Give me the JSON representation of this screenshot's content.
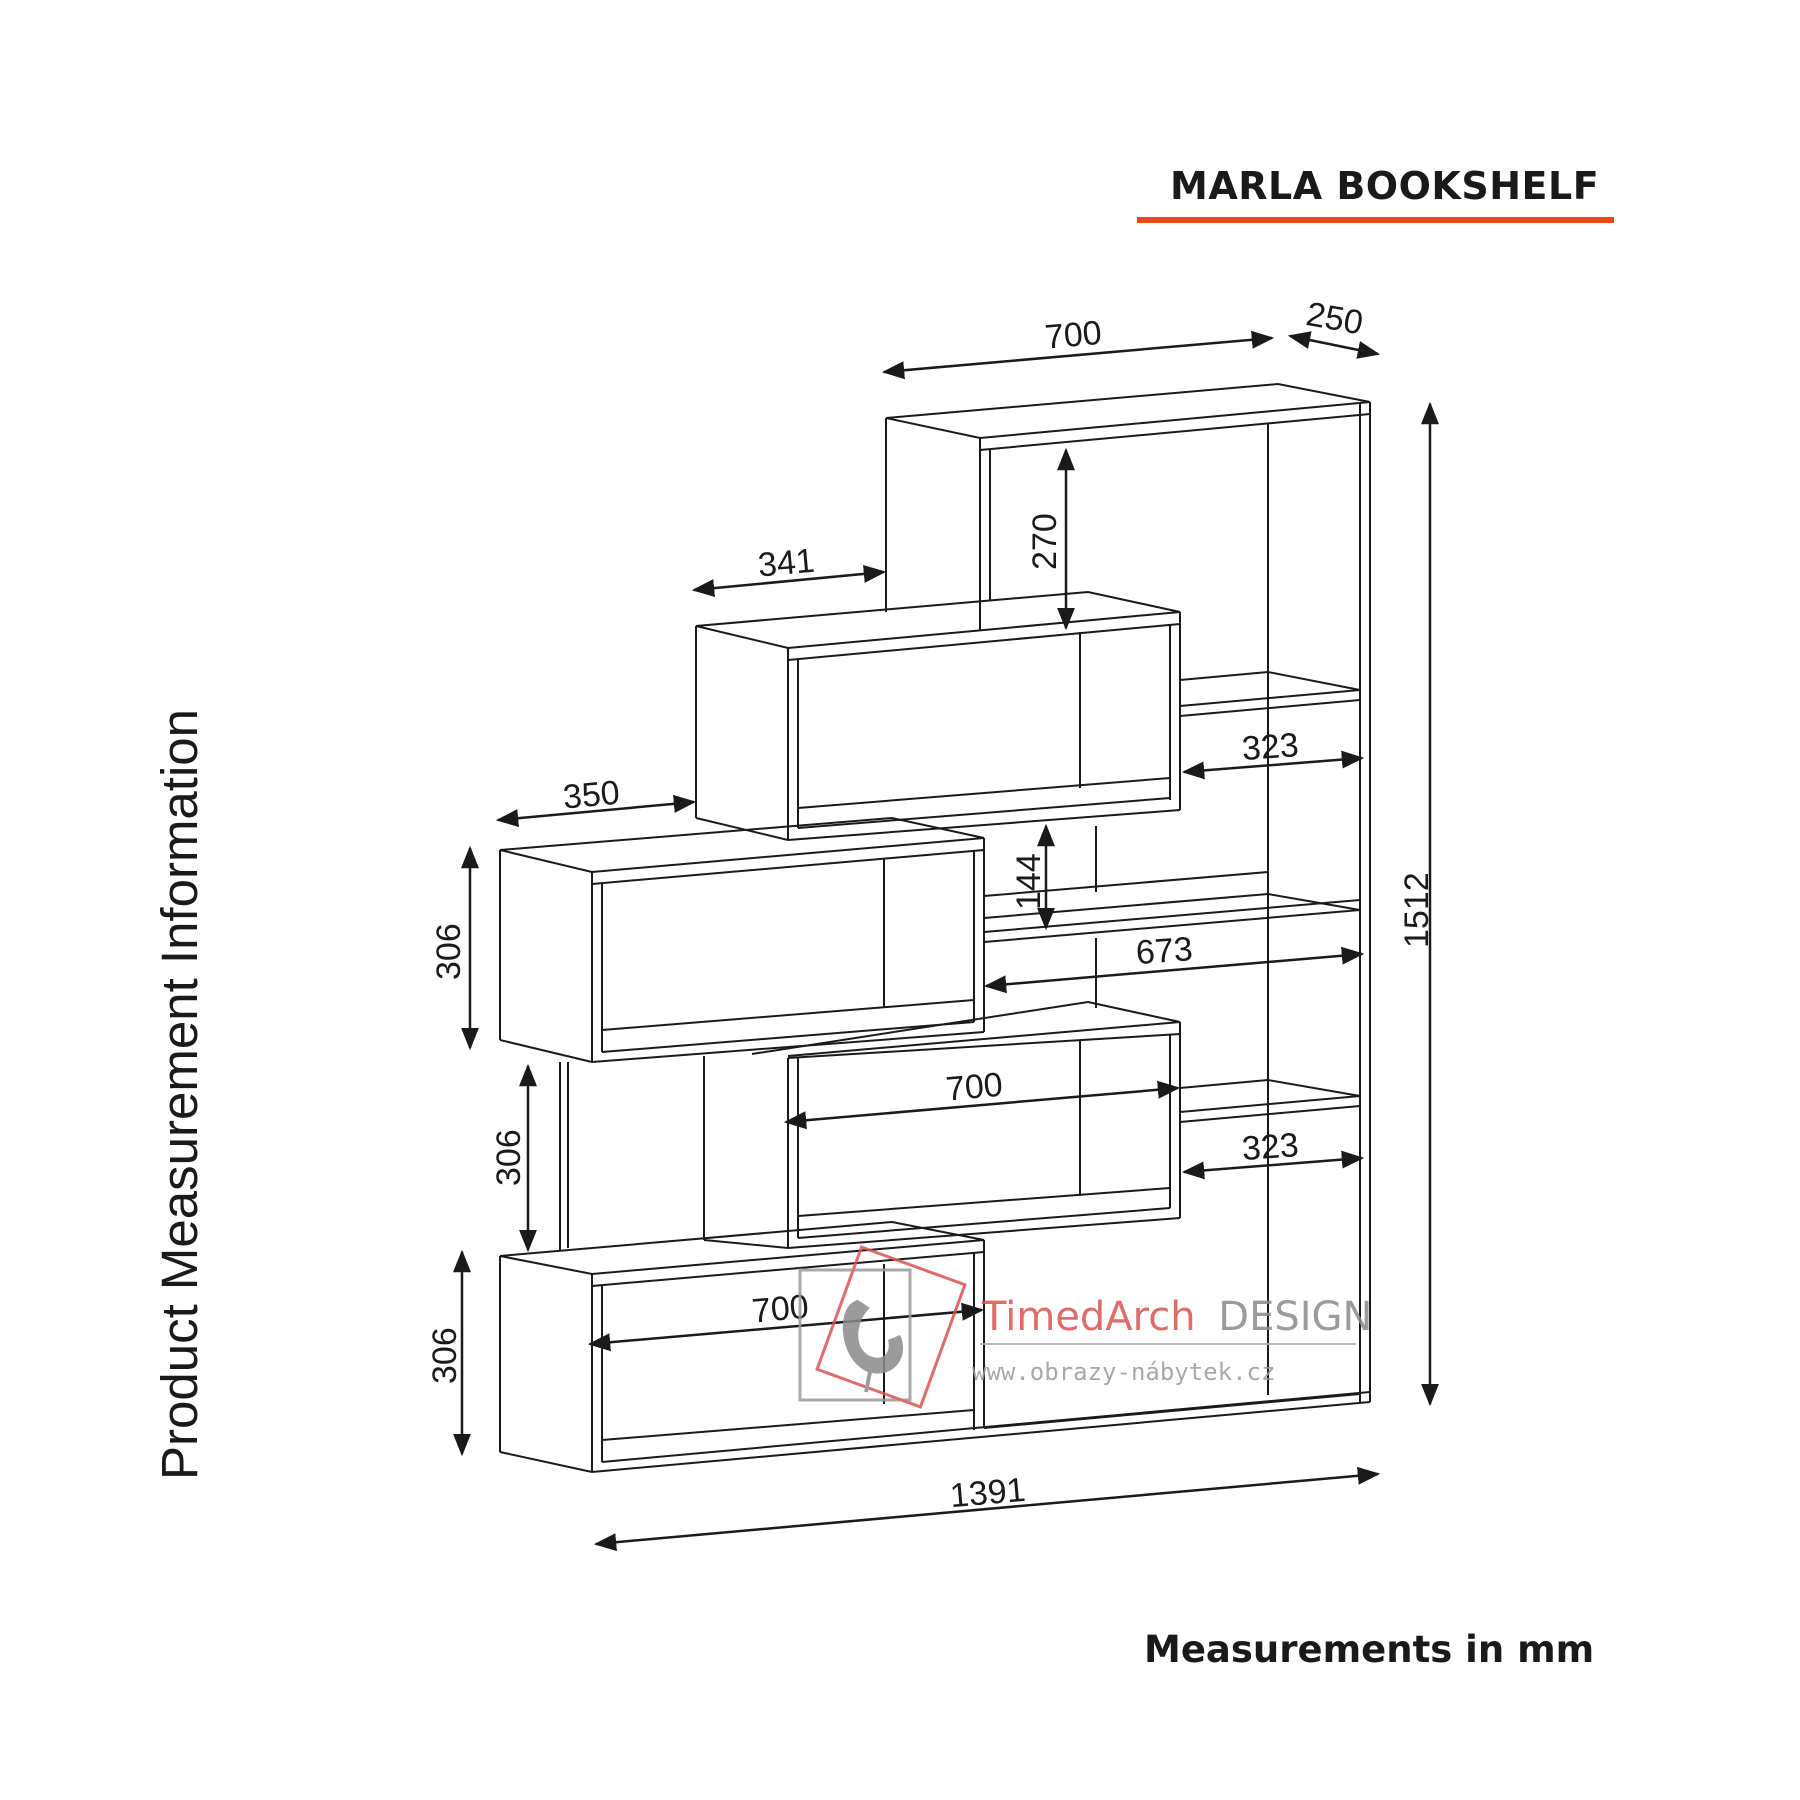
{
  "title": "MARLA BOOKSHELF",
  "side_label": "Product Measurement Information",
  "units_note": "Measurements in mm",
  "colors": {
    "accent": "#e8491d",
    "ink": "#1a1a1a",
    "watermark_red": "#d9534f",
    "watermark_gray": "#9a9a9a"
  },
  "dimensions": {
    "top_width": "700",
    "depth": "250",
    "top_compartment_height": "270",
    "upper_step": "341",
    "right_shelf_upper": "323",
    "left_step": "350",
    "gap_height": "144",
    "mid_width": "673",
    "left_box_height": "306",
    "lower_box_width": "700",
    "right_shelf_lower": "323",
    "lower_gap_height": "306",
    "bottom_box_width": "700",
    "bottom_box_height": "306",
    "total_width": "1391",
    "total_height": "1512"
  },
  "watermark": {
    "brand_part1": "TimedArch",
    "brand_part2": "DESIGN",
    "url": "www.obrazy-nábytek.cz",
    "icon": "egg-chair-icon"
  }
}
